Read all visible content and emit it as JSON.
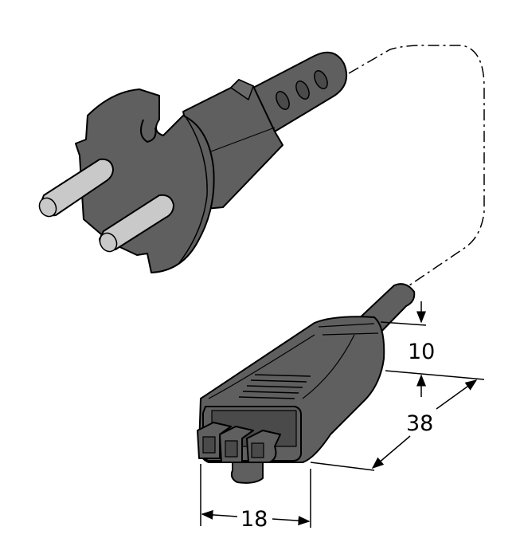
{
  "drawing": {
    "subject": "Power cable with Schuko plug and 3-pole connector",
    "colors": {
      "body": "#5f5f5f",
      "body_dark": "#4a4a4a",
      "pin": "#c9c9c9",
      "outline": "#000000",
      "background": "#ffffff"
    },
    "dimensions": {
      "cable_diameter": "10",
      "connector_length": "38",
      "connector_width": "18"
    }
  }
}
